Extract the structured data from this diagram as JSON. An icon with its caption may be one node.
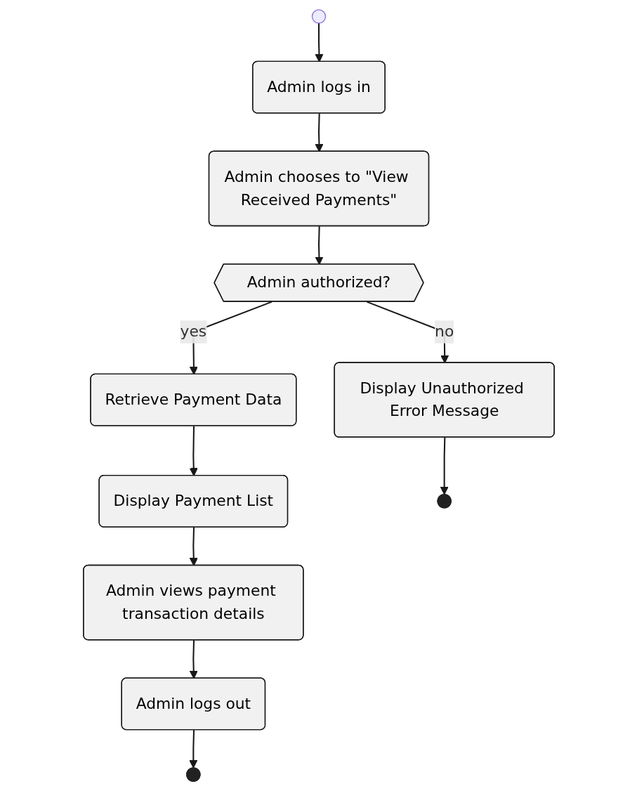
{
  "diagram": {
    "nodes": [
      {
        "text": [],
        "shape": "circle"
      },
      {
        "text": [
          "Admin logs in"
        ]
      },
      {
        "text": [
          "Admin chooses to \"View Received Payments\""
        ]
      },
      {
        "text": [
          "Admin authorized?"
        ]
      },
      {
        "text": [
          "Retrieve Payment Data"
        ]
      },
      {
        "text": [
          "Display Unauthorized Error Message"
        ]
      },
      {
        "text": [
          "Display Payment List"
        ]
      },
      {
        "text": [],
        "shape": "circle"
      },
      {
        "text": [
          "Admin views payment transaction details"
        ]
      },
      {
        "text": [
          "Admin logs out"
        ]
      },
      {
        "text": [],
        "shape": "circle"
      }
    ],
    "edges": [
      {
        "from": 0,
        "to": 1,
        "arrow": "to"
      },
      {
        "from": 1,
        "to": 2,
        "arrow": "to"
      },
      {
        "from": 2,
        "to": 3,
        "arrow": "to"
      },
      {
        "from": 3,
        "to": 4,
        "arrow": "to",
        "label": "yes"
      },
      {
        "from": 3,
        "to": 5,
        "arrow": "to",
        "label": "no"
      },
      {
        "from": 4,
        "to": 6,
        "arrow": "to"
      },
      {
        "from": 5,
        "to": 7,
        "arrow": "to"
      },
      {
        "from": 6,
        "to": 8,
        "arrow": "to"
      },
      {
        "from": 8,
        "to": 9,
        "arrow": "to"
      },
      {
        "from": 9,
        "to": 10,
        "arrow": "to"
      }
    ]
  }
}
